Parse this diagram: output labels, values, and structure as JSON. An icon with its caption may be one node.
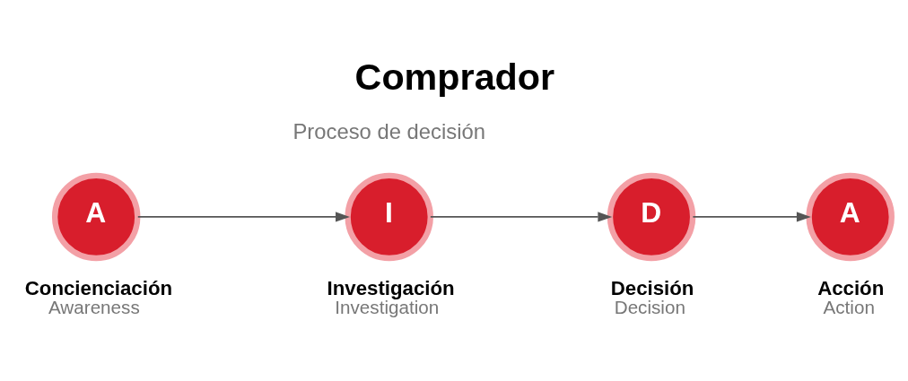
{
  "diagram": {
    "title": "Comprador",
    "nodes": [
      {
        "text": [
          "A"
        ],
        "beside": [
          "Concienciación",
          "Awareness"
        ]
      },
      {
        "text": [
          "I"
        ],
        "beside": [
          "Investigación",
          "Investigation"
        ]
      },
      {
        "text": [
          "D"
        ],
        "beside": [
          "Decisión",
          "Decision"
        ]
      },
      {
        "text": [
          "A"
        ],
        "beside": [
          "Acción",
          "Action"
        ]
      }
    ],
    "edges": [
      {
        "from": 0,
        "to": 1,
        "arrow": "to"
      },
      {
        "from": 1,
        "to": 2,
        "arrow": "to"
      },
      {
        "from": 2,
        "to": 3,
        "arrow": "to"
      }
    ],
    "labels": [
      "Proceso de decisión"
    ]
  }
}
